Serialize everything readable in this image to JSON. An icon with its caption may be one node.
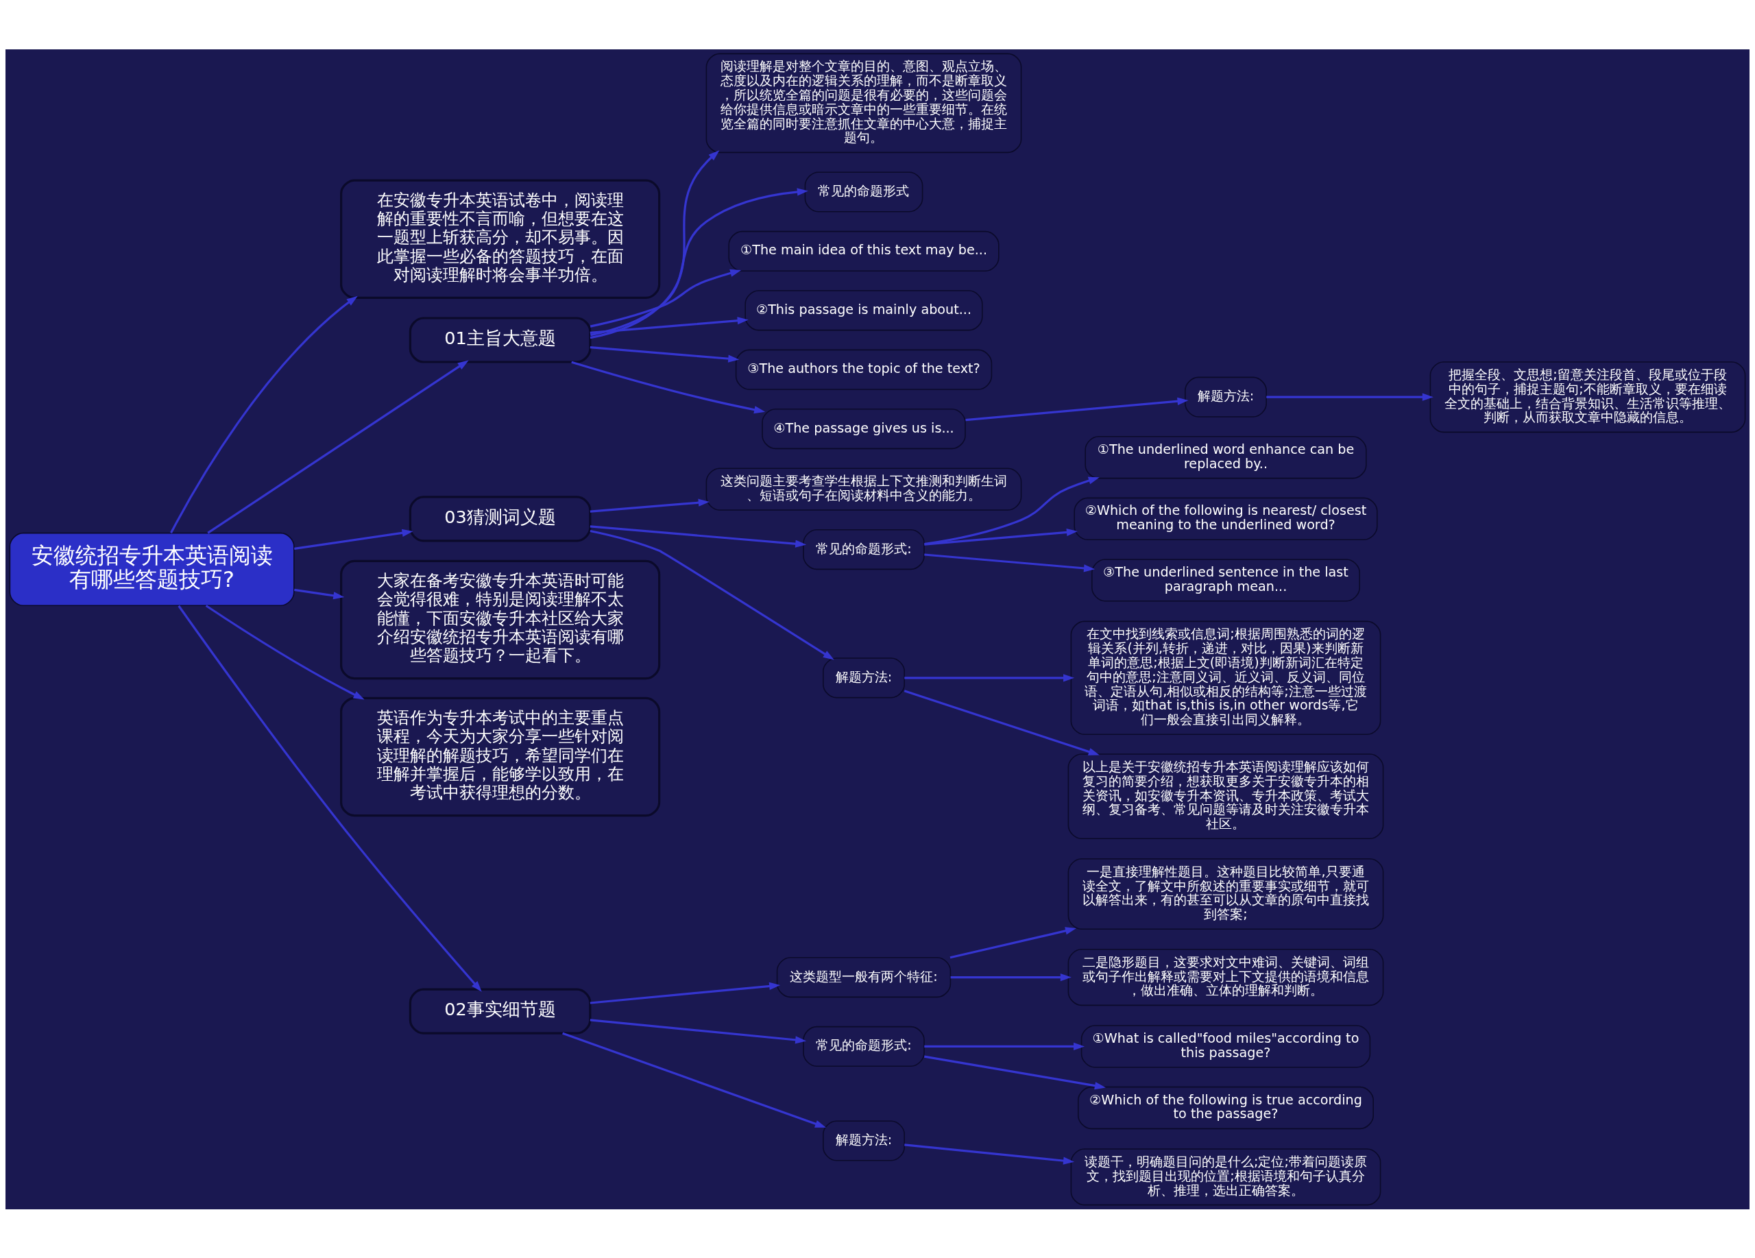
{
  "diagram": {
    "nodes": [
      {
        "text": [
          "安徽统招专升本英语阅读有哪些答题技巧?"
        ]
      },
      {
        "text": [
          "在安徽专升本英语试卷中，阅读理解的重要性不言而喻，但想要在这一题型上斩获高分，却不易事。因此掌握一些必备的答题技巧，在面对阅读理解时将会事半功倍。"
        ]
      },
      {
        "text": [
          "01主旨大意题"
        ]
      },
      {
        "text": [
          "阅读理解是对整个文章的目的、意图、观点立场、态度以及内在的逻辑关系的理解，而不是断章取义，所以统览全篇的问题是很有必要的，这些问题会给你提供信息或暗示文章中的一些重要细节。在统览全篇的同时要注意抓住文章的中心大意，捕捉主题句。"
        ]
      },
      {
        "text": [
          "常见的命题形式"
        ]
      },
      {
        "text": [
          "①The main idea of this text may be..."
        ]
      },
      {
        "text": [
          "②This passage is mainly about..."
        ]
      },
      {
        "text": [
          "③The authors the topic of the text?"
        ]
      },
      {
        "text": [
          "④The passage gives us is..."
        ]
      },
      {
        "text": [
          "解题方法:"
        ]
      },
      {
        "text": [
          "把握全段、文思想;留意关注段首、段尾或位于段中的句子，捕捉主题句;不能断章取义，要在细读全文的基础上，结合背景知识、生活常识等推理、判断，从而获取文章中隐藏的信息。"
        ]
      },
      {
        "text": [
          "03猜测词义题"
        ]
      },
      {
        "text": [
          "这类问题主要考查学生根据上下文推测和判断生词、短语或句子在阅读材料中含义的能力。"
        ]
      },
      {
        "text": [
          "常见的命题形式:"
        ]
      },
      {
        "text": [
          "①The underlined word enhance can be replaced by.."
        ]
      },
      {
        "text": [
          "②Which of the following is nearest/ closest meaning to the underlined word?"
        ]
      },
      {
        "text": [
          "③The underlined sentence in the last paragraph mean..."
        ]
      },
      {
        "text": [
          "解题方法:"
        ]
      },
      {
        "text": [
          "在文中找到线索或信息词;根据周围熟悉的词的逻辑关系(并列,转折，递进，对比，因果)来判断新单词的意思;根据上文(即语境)判断新词汇在特定句中的意思;注意同义词、近义词、反义词、同位语、定语从句,相似或相反的结构等;注意一些过渡词语，如that is,this is,in other words等,它们一般会直接引出同义解释。"
        ]
      },
      {
        "text": [
          "以上是关于安徽统招专升本英语阅读理解应该如何复习的简要介绍，想获取更多关于安徽专升本的相关资讯，如安徽专升本资讯、专升本政策、考试大纲、复习备考、常见问题等请及时关注安徽专升本社区。"
        ]
      },
      {
        "text": [
          "大家在备考安徽专升本英语时可能会觉得很难，特别是阅读理解不太能懂，下面安徽专升本社区给大家介绍安徽统招专升本英语阅读有哪些答题技巧？一起看下。"
        ]
      },
      {
        "text": [
          "英语作为专升本考试中的主要重点课程，今天为大家分享一些针对阅读理解的解题技巧，希望同学们在理解并掌握后，能够学以致用，在考试中获得理想的分数。"
        ]
      },
      {
        "text": [
          "02事实细节题"
        ]
      },
      {
        "text": [
          "这类题型一般有两个特征:"
        ]
      },
      {
        "text": [
          "一是直接理解性题目。这种题目比较简单,只要通读全文，了解文中所叙述的重要事实或细节，就可以解答出来，有的甚至可以从文章的原句中直接找到答案;"
        ]
      },
      {
        "text": [
          "二是隐形题目，这要求对文中难词、关键词、词组或句子作出解释或需要对上下文提供的语境和信息，做出准确、立体的理解和判断。"
        ]
      },
      {
        "text": [
          "常见的命题形式:"
        ]
      },
      {
        "text": [
          "①What is called\"food miles\"according to this passage?"
        ]
      },
      {
        "text": [
          "②Which of the following is true according to the passage?"
        ]
      },
      {
        "text": [
          "解题方法:"
        ]
      },
      {
        "text": [
          "读题干，明确题目问的是什么;定位;带着问题读原文，找到题目出现的位置;根据语境和句子认真分析、推理，选出正确答案。"
        ]
      }
    ],
    "edges": [
      {
        "from": 0,
        "to": 1,
        "arrow": "to"
      },
      {
        "from": 0,
        "to": 2,
        "arrow": "to"
      },
      {
        "from": 2,
        "to": 3,
        "arrow": "to"
      },
      {
        "from": 2,
        "to": 4,
        "arrow": "to"
      },
      {
        "from": 2,
        "to": 5,
        "arrow": "to"
      },
      {
        "from": 2,
        "to": 6,
        "arrow": "to"
      },
      {
        "from": 2,
        "to": 7,
        "arrow": "to"
      },
      {
        "from": 2,
        "to": 8,
        "arrow": "to"
      },
      {
        "from": 8,
        "to": 9,
        "arrow": "to"
      },
      {
        "from": 9,
        "to": 10,
        "arrow": "to"
      },
      {
        "from": 0,
        "to": 11,
        "arrow": "to"
      },
      {
        "from": 11,
        "to": 12,
        "arrow": "to"
      },
      {
        "from": 11,
        "to": 13,
        "arrow": "to"
      },
      {
        "from": 13,
        "to": 14,
        "arrow": "to"
      },
      {
        "from": 13,
        "to": 15,
        "arrow": "to"
      },
      {
        "from": 13,
        "to": 16,
        "arrow": "to"
      },
      {
        "from": 11,
        "to": 17,
        "arrow": "to"
      },
      {
        "from": 17,
        "to": 18,
        "arrow": "to"
      },
      {
        "from": 17,
        "to": 19,
        "arrow": "to"
      },
      {
        "from": 0,
        "to": 20,
        "arrow": "to"
      },
      {
        "from": 0,
        "to": 21,
        "arrow": "to"
      },
      {
        "from": 0,
        "to": 22,
        "arrow": "to"
      },
      {
        "from": 22,
        "to": 23,
        "arrow": "to"
      },
      {
        "from": 23,
        "to": 24,
        "arrow": "to"
      },
      {
        "from": 23,
        "to": 25,
        "arrow": "to"
      },
      {
        "from": 22,
        "to": 26,
        "arrow": "to"
      },
      {
        "from": 26,
        "to": 27,
        "arrow": "to"
      },
      {
        "from": 26,
        "to": 28,
        "arrow": "to"
      },
      {
        "from": 22,
        "to": 29,
        "arrow": "to"
      },
      {
        "from": 29,
        "to": 30,
        "arrow": "to"
      }
    ]
  }
}
